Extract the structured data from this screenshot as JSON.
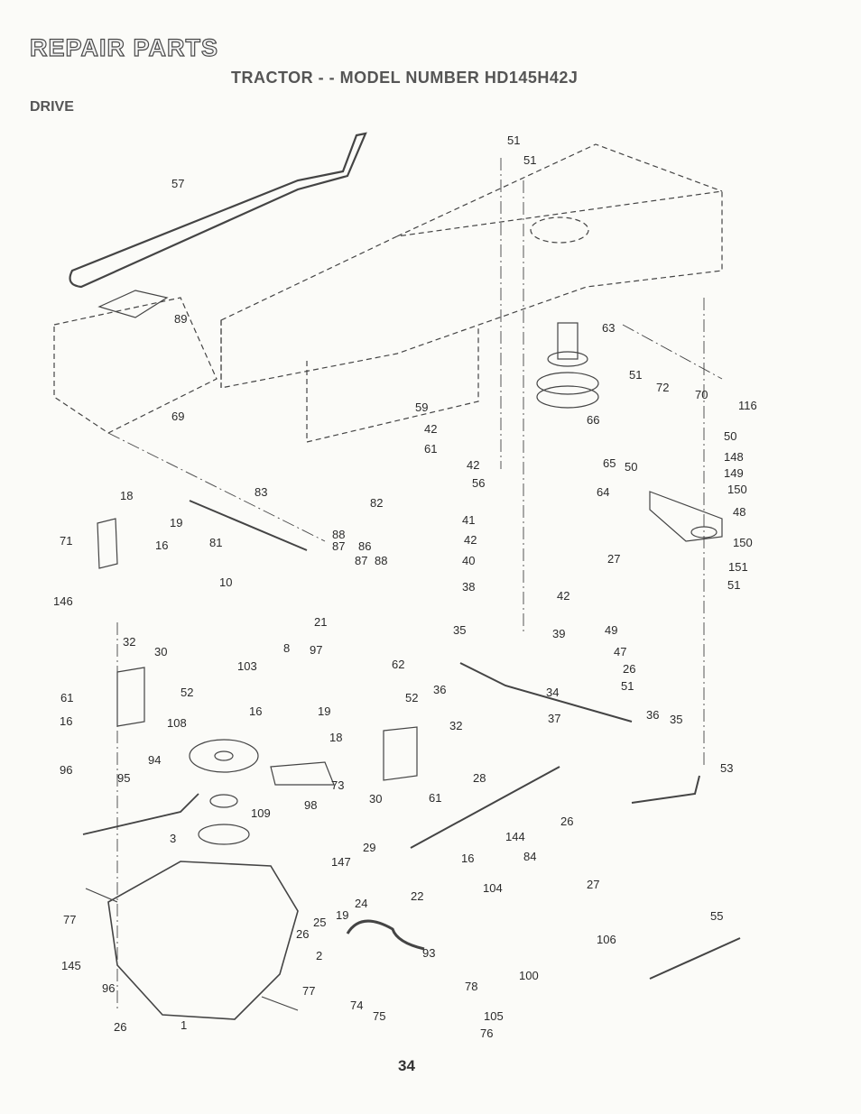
{
  "title": "REPAIR PARTS",
  "subtitle": "TRACTOR - - MODEL NUMBER HD145H42J",
  "section": "DRIVE",
  "page_number": "34",
  "callouts": [
    "51",
    "51",
    "57",
    "89",
    "63",
    "69",
    "51",
    "72",
    "70",
    "116",
    "59",
    "42",
    "66",
    "61",
    "42",
    "65",
    "50",
    "50",
    "148",
    "149",
    "56",
    "64",
    "150",
    "18",
    "83",
    "82",
    "41",
    "48",
    "19",
    "71",
    "16",
    "88",
    "87",
    "86",
    "81",
    "87",
    "88",
    "42",
    "150",
    "40",
    "27",
    "146",
    "151",
    "10",
    "38",
    "42",
    "51",
    "21",
    "39",
    "49",
    "8",
    "97",
    "35",
    "47",
    "32",
    "30",
    "103",
    "62",
    "36",
    "26",
    "52",
    "36",
    "35",
    "61",
    "52",
    "34",
    "51",
    "16",
    "19",
    "108",
    "16",
    "37",
    "18",
    "32",
    "94",
    "73",
    "53",
    "96",
    "95",
    "30",
    "61",
    "28",
    "109",
    "98",
    "26",
    "3",
    "144",
    "29",
    "16",
    "84",
    "147",
    "27",
    "22",
    "104",
    "77",
    "25",
    "19",
    "24",
    "55",
    "106",
    "26",
    "2",
    "93",
    "145",
    "100",
    "96",
    "78",
    "77",
    "105",
    "74",
    "75",
    "76",
    "26",
    "1"
  ]
}
